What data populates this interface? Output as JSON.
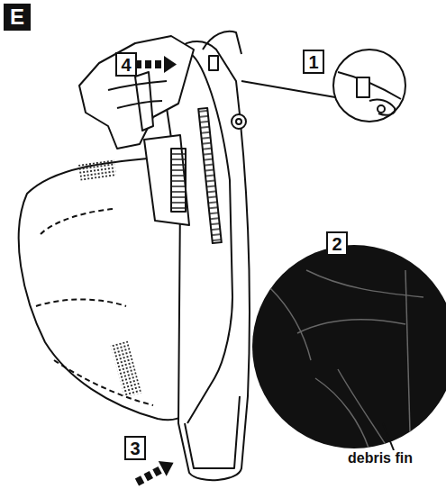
{
  "diagram": {
    "nodes": [
      {
        "text": [
          "E"
        ]
      },
      {
        "text": [
          "1"
        ]
      },
      {
        "text": [
          "4"
        ]
      },
      {
        "text": [
          "2"
        ]
      },
      {
        "text": [
          "3"
        ]
      }
    ],
    "labels": [
      "debris fin"
    ]
  }
}
